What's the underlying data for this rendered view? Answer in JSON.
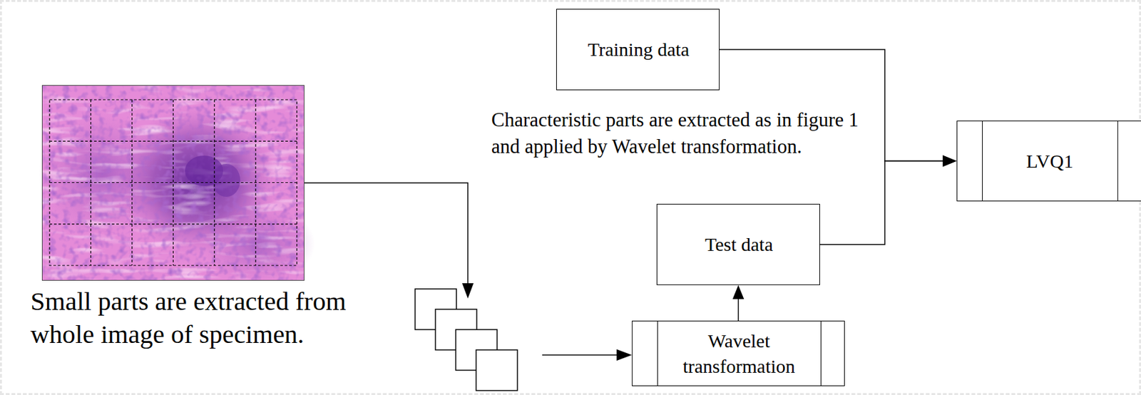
{
  "diagram": {
    "nodes": [
      {
        "text": [
          "Training data"
        ]
      },
      {
        "text": [
          "Test data"
        ]
      },
      {
        "text": [
          "Wavelet transformation"
        ]
      },
      {
        "text": [
          "LVQ1"
        ]
      }
    ],
    "edges": [
      {
        "from": 0,
        "to": 3,
        "arrow": "to"
      },
      {
        "from": 1,
        "to": 3,
        "arrow": "to"
      },
      {
        "from": 2,
        "to": 1,
        "arrow": "to"
      }
    ],
    "labels": [
      "Small parts are extracted from whole image of specimen.",
      "Characteristic parts are extracted as in figure 1 and applied by Wavelet transformation."
    ]
  }
}
